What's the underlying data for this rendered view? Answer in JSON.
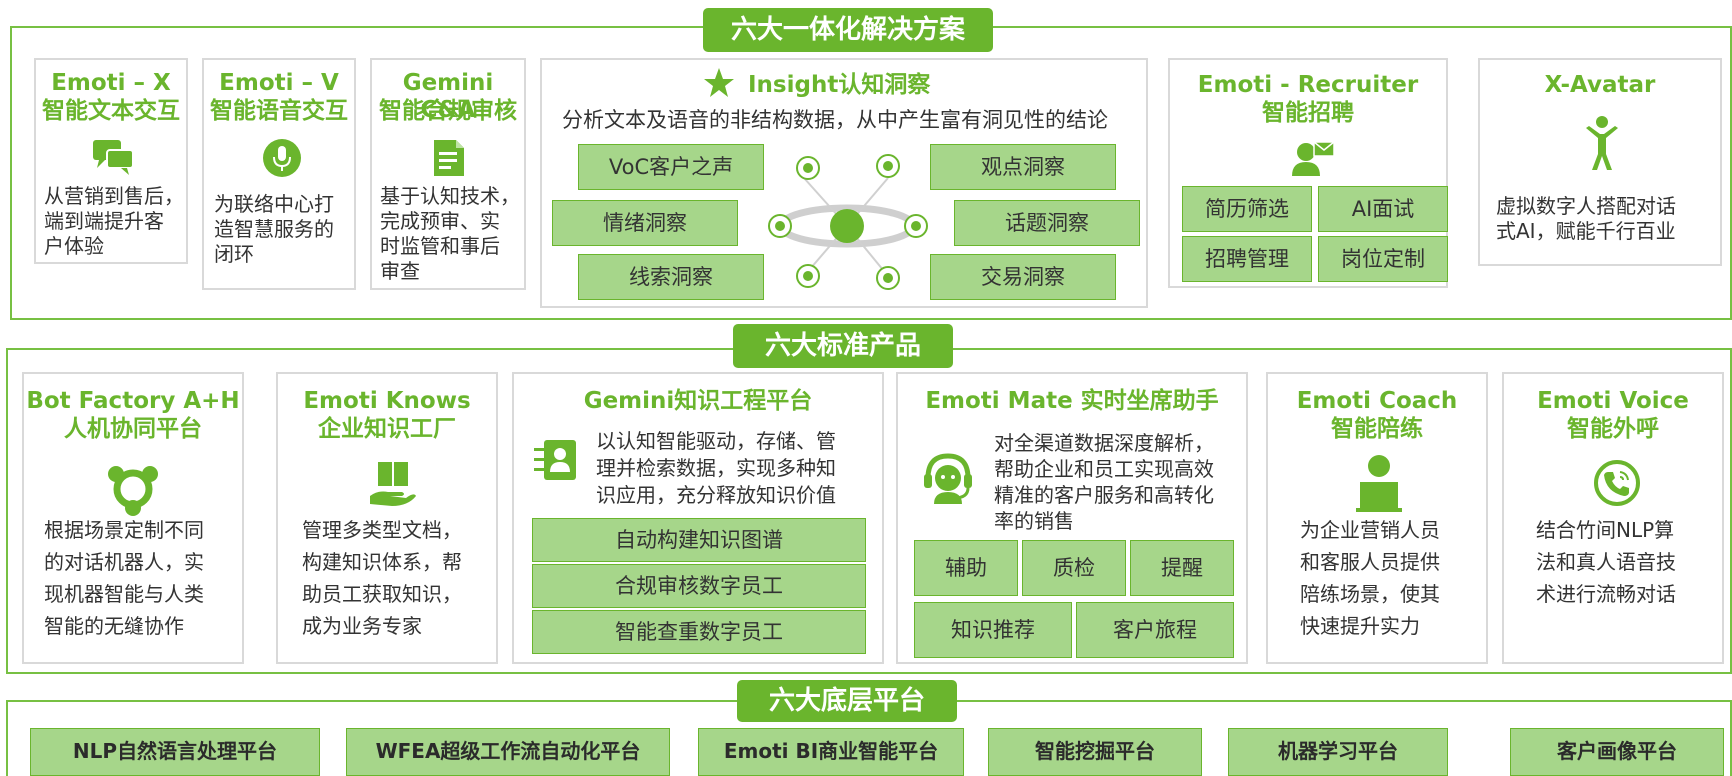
{
  "colors": {
    "accent": "#6ab52d",
    "tag_fill": "#a6d68a",
    "border": "#d9d9d9"
  },
  "top": {
    "title": "六大一体化解决方案",
    "emoti_x": {
      "title1": "Emoti – X",
      "title2": "智能文本交互",
      "icon": "chat-icon",
      "desc": [
        "从营销到售后，",
        "端到端提升客",
        "户体验"
      ]
    },
    "emoti_v": {
      "title1": "Emoti – V",
      "title2": "智能语音交互",
      "icon": "microphone-icon",
      "desc": [
        "为联络中心打",
        "造智慧服务的",
        "闭环"
      ]
    },
    "gemini_ca": {
      "title1": "Gemini C&A",
      "title2": "智能合规审核",
      "icon": "document-icon",
      "desc": [
        "基于认知技术，",
        "完成预审、实",
        "时监管和事后",
        "审查"
      ]
    },
    "insight": {
      "title": "Insight认知洞察",
      "icon": "star-icon",
      "subtitle": "分析文本及语音的非结构数据，从中产生富有洞见性的结论",
      "tags": [
        "VoC客户之声",
        "观点洞察",
        "情绪洞察",
        "话题洞察",
        "线索洞察",
        "交易洞察"
      ]
    },
    "recruiter": {
      "title1": "Emoti - Recruiter",
      "title2": "智能招聘",
      "icon": "recruiter-icon",
      "tags": [
        "简历筛选",
        "AI面试",
        "招聘管理",
        "岗位定制"
      ]
    },
    "avatar": {
      "title": "X-Avatar",
      "icon": "person-icon",
      "desc": [
        "虚拟数字人搭配对话",
        "式AI，赋能千行百业"
      ]
    }
  },
  "middle": {
    "title": "六大标准产品",
    "bot_factory": {
      "title1": "Bot Factory A+H",
      "title2": "人机协同平台",
      "icon": "collaboration-icon",
      "desc": [
        "根据场景定制不同",
        "的对话机器人，实",
        "现机器智能与人类",
        "智能的无缝协作"
      ]
    },
    "knows": {
      "title1": "Emoti Knows",
      "title2": "企业知识工厂",
      "icon": "book-hand-icon",
      "desc": [
        "管理多类型文档，",
        "构建知识体系，帮",
        "助员工获取知识，",
        "成为业务专家"
      ]
    },
    "gemini_kg": {
      "title": "Gemini知识工程平台",
      "icon": "contact-card-icon",
      "desc": [
        "以认知智能驱动，存储、管",
        "理并检索数据，实现多种知",
        "识应用，充分释放知识价值"
      ],
      "tags": [
        "自动构建知识图谱",
        "合规审核数字员工",
        "智能查重数字员工"
      ]
    },
    "mate": {
      "title": "Emoti Mate 实时坐席助手",
      "icon": "headset-agent-icon",
      "desc": [
        "对全渠道数据深度解析，",
        "帮助企业和员工实现高效",
        "精准的客户服务和高转化",
        "率的销售"
      ],
      "tags": [
        "辅助",
        "质检",
        "提醒",
        "知识推荐",
        "客户旅程"
      ]
    },
    "coach": {
      "title1": "Emoti Coach",
      "title2": "智能陪练",
      "icon": "trainer-icon",
      "desc": [
        "为企业营销人员",
        "和客服人员提供",
        "陪练场景，使其",
        "快速提升实力"
      ]
    },
    "voice": {
      "title1": "Emoti Voice",
      "title2": "智能外呼",
      "icon": "phone-call-icon",
      "desc": [
        "结合竹间NLP算",
        "法和真人语音技",
        "术进行流畅对话"
      ]
    }
  },
  "bottom": {
    "title": "六大底层平台",
    "platforms": [
      "NLP自然语言处理平台",
      "WFEA超级工作流自动化平台",
      "Emoti BI商业智能平台",
      "智能挖掘平台",
      "机器学习平台",
      "客户画像平台"
    ]
  }
}
